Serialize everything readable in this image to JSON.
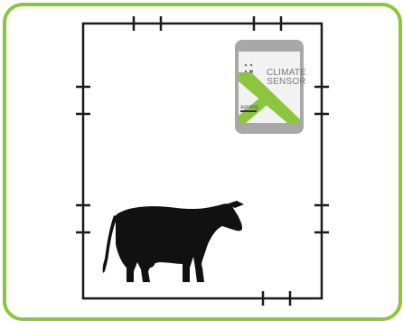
{
  "diagram": {
    "accent_color": "#8cc63f",
    "wall_color": "#1a1a1a",
    "animal_icon": "cow-icon",
    "sensor": {
      "label_line1": "CLIMATE",
      "label_line2": "SENSOR",
      "brand": "agrolog",
      "icon": "climate-sensor-icon",
      "body_color": "#a8a8a8",
      "face_color": "#f2f2f2"
    }
  }
}
